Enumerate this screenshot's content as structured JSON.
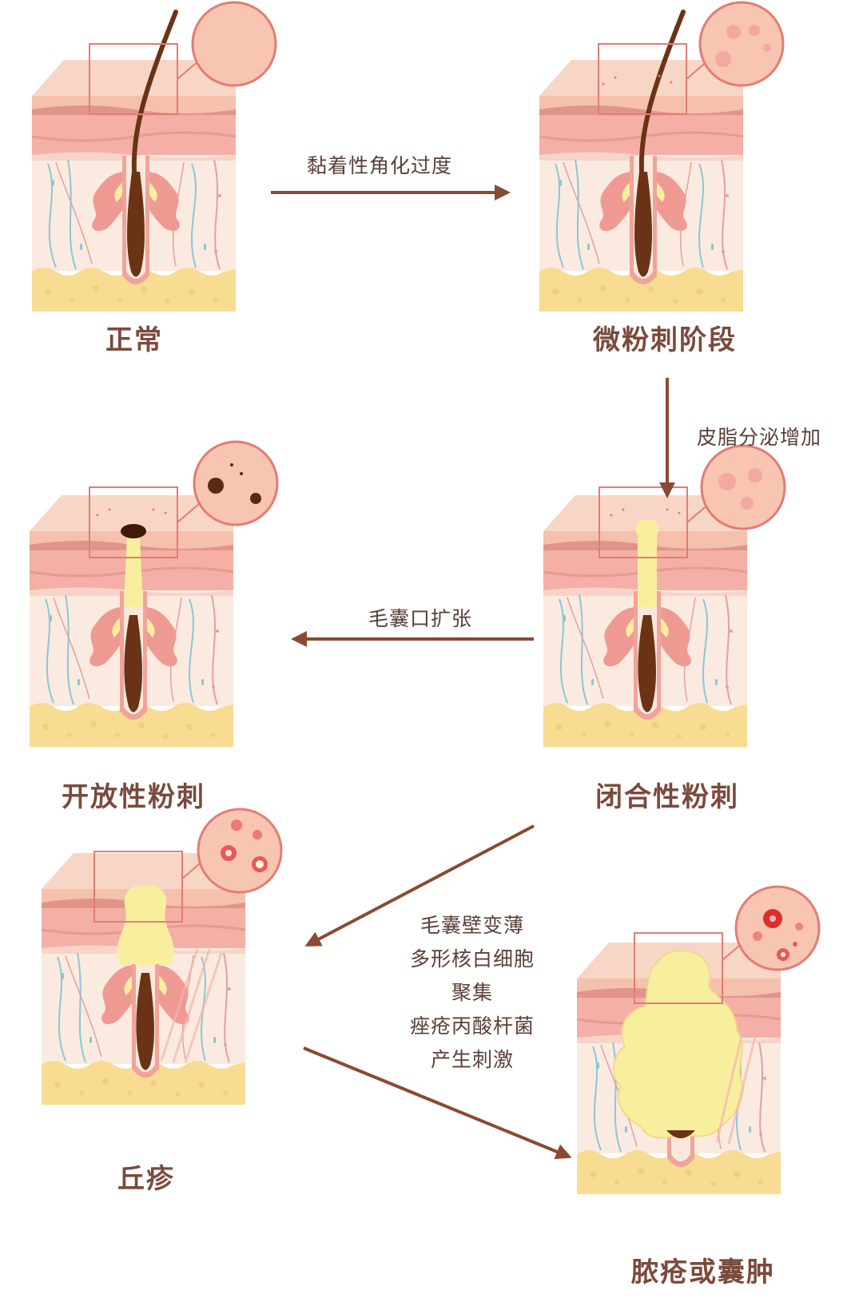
{
  "stages": {
    "normal": "正常",
    "micro": "微粉刺阶段",
    "open": "开放性粉刺",
    "closed": "闭合性粉刺",
    "papule": "丘疹",
    "pustule": "脓疮或囊肿"
  },
  "transitions": {
    "normal_to_micro": "黏着性角化过度",
    "micro_to_closed": "皮脂分泌增加",
    "closed_to_open": "毛囊口扩张",
    "inflammation": [
      "毛囊壁变薄",
      "多形核白细胞",
      "聚集",
      "痤疮丙酸杆菌",
      "产生刺激"
    ]
  },
  "colors": {
    "arrow": "#8a4a32",
    "skin_top": "#f6c2ac",
    "dermis": "#fbe8dc",
    "fat": "#f7dc92",
    "sebum": "#f8ef9e",
    "hair": "#6b3316",
    "gland": "#ee9a93",
    "label": "#7a4a3c"
  }
}
